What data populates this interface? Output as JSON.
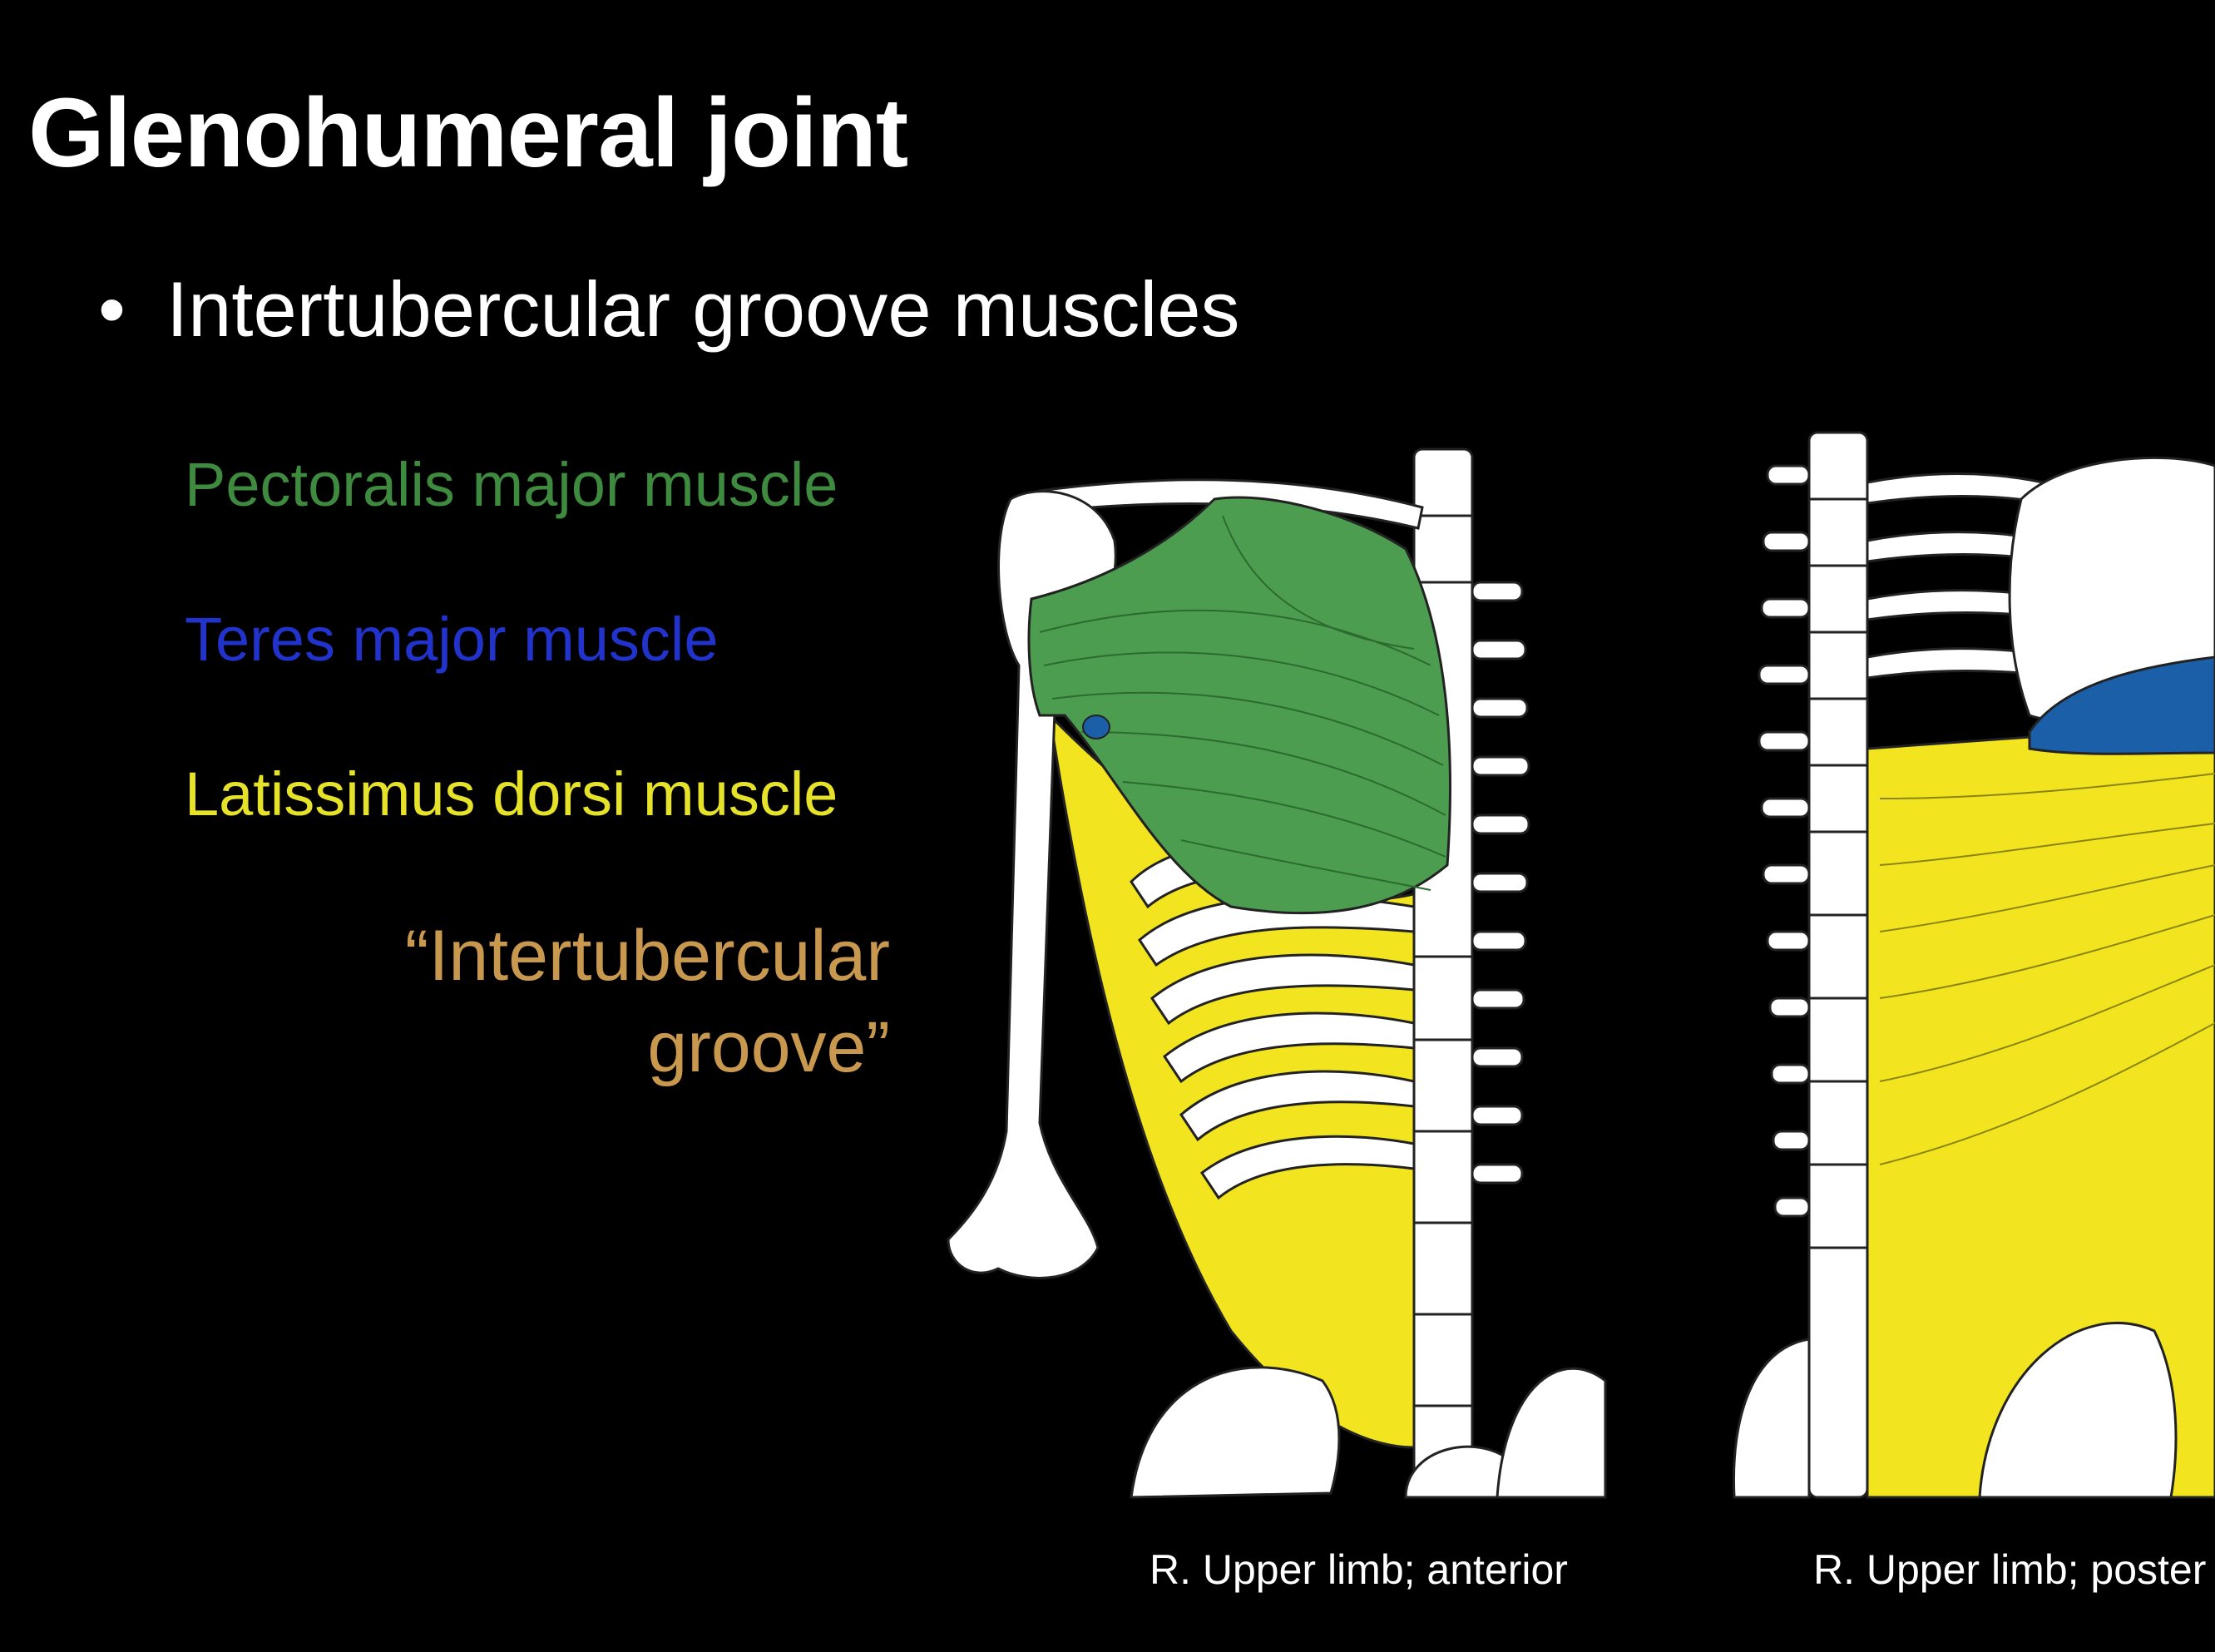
{
  "slide": {
    "title": "Glenohumeral joint",
    "bullet": {
      "marker": "•",
      "text": "Intertubercular groove muscles"
    },
    "muscles": [
      {
        "label": "Pectoralis major muscle",
        "color": "#3e8a3f"
      },
      {
        "label": "Teres major muscle",
        "color": "#2233cc"
      },
      {
        "label": "Latissimus dorsi muscle",
        "color": "#e6e22a"
      }
    ],
    "groove_note": {
      "line1": "“Intertubercular",
      "line2": "groove”",
      "color": "#c9984f"
    },
    "figures": [
      {
        "caption": "R. Upper limb; anterior"
      },
      {
        "caption": "R. Upper limb; poster"
      }
    ],
    "colors": {
      "background": "#000000",
      "pectoralis": "#4c9d50",
      "teres": "#1a5fa8",
      "latissimus": "#f2e51f",
      "bone": "#ffffff"
    }
  }
}
